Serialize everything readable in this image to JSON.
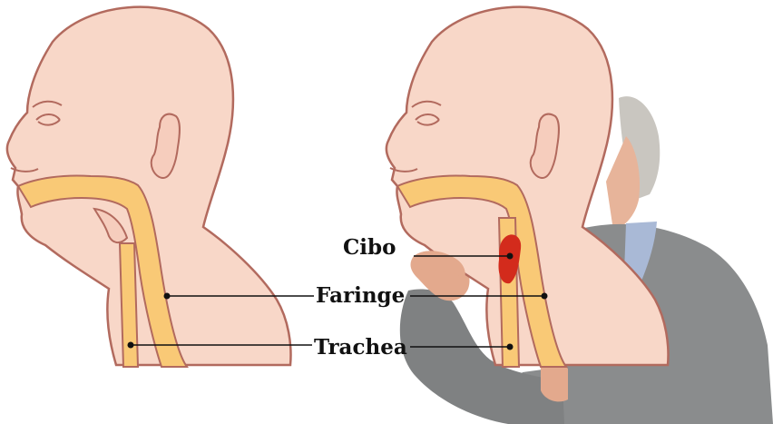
{
  "labels": {
    "cibo": "Cibo",
    "faringe": "Faringe",
    "trachea": "Trachea"
  },
  "colors": {
    "skin": "#f8d7c8",
    "outline": "#b26a5e",
    "airway": "#f9c976",
    "food": "#d32b1c",
    "sweater": "#8a8c8d",
    "hair": "#c9c6c0",
    "shirt": "#a9b9d6"
  }
}
